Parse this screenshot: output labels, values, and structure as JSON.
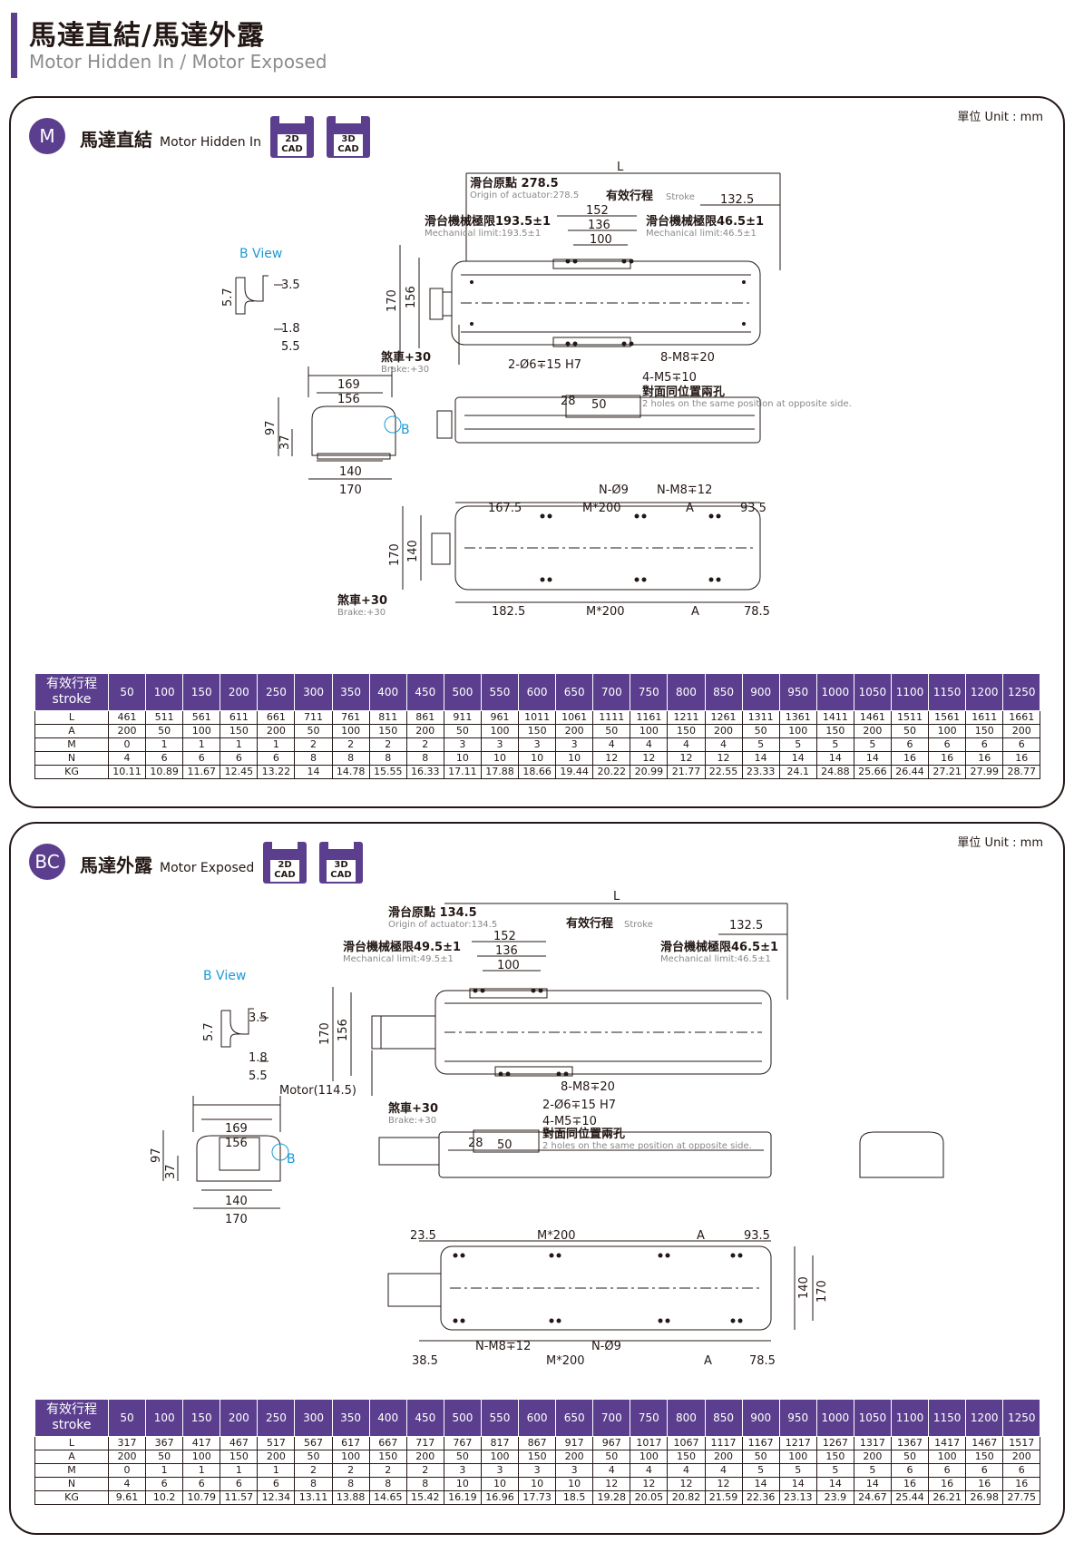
{
  "header": {
    "title_zh": "馬達直結/馬達外露",
    "title_en": "Motor Hidden In / Motor Exposed"
  },
  "strokes": [
    "50",
    "100",
    "150",
    "200",
    "250",
    "300",
    "350",
    "400",
    "450",
    "500",
    "550",
    "600",
    "650",
    "700",
    "750",
    "800",
    "850",
    "900",
    "950",
    "1000",
    "1050",
    "1100",
    "1150",
    "1200",
    "1250"
  ],
  "stroke_head_zh": "有效行程",
  "stroke_head_en": "stroke",
  "panel_m": {
    "unit": "單位 Unit : mm",
    "badge": "M",
    "title_zh": "馬達直結",
    "title_en": "Motor Hidden In",
    "cad2d": [
      "2D",
      "CAD"
    ],
    "cad3d": [
      "3D",
      "CAD"
    ],
    "labels": {
      "b_view": "B View",
      "L": "L",
      "origin_zh": "滑台原點 278.5",
      "origin_en": "Origin of actuator:278.5",
      "stroke_zh": "有效行程",
      "stroke_en": "Stroke",
      "d132": "132.5",
      "mech_l_zh": "滑台機械極限193.5±1",
      "mech_l_en": "Mechanical limit:193.5±1",
      "mech_r_zh": "滑台機械極限46.5±1",
      "mech_r_en": "Mechanical limit:46.5±1",
      "d152": "152",
      "d136": "136",
      "d100": "100",
      "d170": "170",
      "d156": "156",
      "brake_zh": "煞車+30",
      "brake_en": "Brake:+30",
      "hole_a": "2-Ø6∓15 H7",
      "hole_b": "8-M8∓20",
      "hole_c": "4-M5∓10",
      "hole_c_zh": "對面同位置兩孔",
      "hole_c_en": "2 holes on the same position at opposite side.",
      "d28": "28",
      "d50": "50",
      "d169": "169",
      "d97": "97",
      "d37": "37",
      "d140": "140",
      "b": "B",
      "d35": "3.5",
      "d57": "5.7",
      "d18": "1.8",
      "d55": "5.5",
      "n9": "N-Ø9",
      "nm8": "N-M8∓12",
      "d1675": "167.5",
      "m200": "M*200",
      "A": "A",
      "d935": "93.5",
      "d1825": "182.5",
      "d785": "78.5"
    },
    "rows": [
      {
        "label": "L",
        "values": [
          "461",
          "511",
          "561",
          "611",
          "661",
          "711",
          "761",
          "811",
          "861",
          "911",
          "961",
          "1011",
          "1061",
          "1111",
          "1161",
          "1211",
          "1261",
          "1311",
          "1361",
          "1411",
          "1461",
          "1511",
          "1561",
          "1611",
          "1661"
        ]
      },
      {
        "label": "A",
        "values": [
          "200",
          "50",
          "100",
          "150",
          "200",
          "50",
          "100",
          "150",
          "200",
          "50",
          "100",
          "150",
          "200",
          "50",
          "100",
          "150",
          "200",
          "50",
          "100",
          "150",
          "200",
          "50",
          "100",
          "150",
          "200"
        ]
      },
      {
        "label": "M",
        "values": [
          "0",
          "1",
          "1",
          "1",
          "1",
          "2",
          "2",
          "2",
          "2",
          "3",
          "3",
          "3",
          "3",
          "4",
          "4",
          "4",
          "4",
          "5",
          "5",
          "5",
          "5",
          "6",
          "6",
          "6",
          "6"
        ]
      },
      {
        "label": "N",
        "values": [
          "4",
          "6",
          "6",
          "6",
          "6",
          "8",
          "8",
          "8",
          "8",
          "10",
          "10",
          "10",
          "10",
          "12",
          "12",
          "12",
          "12",
          "14",
          "14",
          "14",
          "14",
          "16",
          "16",
          "16",
          "16"
        ]
      },
      {
        "label": "KG",
        "values": [
          "10.11",
          "10.89",
          "11.67",
          "12.45",
          "13.22",
          "14",
          "14.78",
          "15.55",
          "16.33",
          "17.11",
          "17.88",
          "18.66",
          "19.44",
          "20.22",
          "20.99",
          "21.77",
          "22.55",
          "23.33",
          "24.1",
          "24.88",
          "25.66",
          "26.44",
          "27.21",
          "27.99",
          "28.77"
        ]
      }
    ]
  },
  "panel_bc": {
    "unit": "單位 Unit : mm",
    "badge": "BC",
    "title_zh": "馬達外露",
    "title_en": "Motor Exposed",
    "cad2d": [
      "2D",
      "CAD"
    ],
    "cad3d": [
      "3D",
      "CAD"
    ],
    "labels": {
      "b_view": "B View",
      "L": "L",
      "origin_zh": "滑台原點 134.5",
      "origin_en": "Origin of actuator:134.5",
      "stroke_zh": "有效行程",
      "stroke_en": "Stroke",
      "d132": "132.5",
      "mech_l_zh": "滑台機械極限49.5±1",
      "mech_l_en": "Mechanical limit:49.5±1",
      "mech_r_zh": "滑台機械極限46.5±1",
      "mech_r_en": "Mechanical limit:46.5±1",
      "d152": "152",
      "d136": "136",
      "d100": "100",
      "d170": "170",
      "d156": "156",
      "motor": "Motor(114.5)",
      "brake_zh": "煞車+30",
      "brake_en": "Brake:+30",
      "hole_b": "8-M8∓20",
      "hole_a": "2-Ø6∓15 H7",
      "hole_c": "4-M5∓10",
      "hole_c_zh": "對面同位置兩孔",
      "hole_c_en": "2 holes on the same position at opposite side.",
      "d28": "28",
      "d50": "50",
      "d169": "169",
      "d97": "97",
      "d37": "37",
      "d140": "140",
      "b": "B",
      "d35": "3.5",
      "d57": "5.7",
      "d18": "1.8",
      "d55": "5.5",
      "d235": "23.5",
      "m200": "M*200",
      "A": "A",
      "d935": "93.5",
      "nm8": "N-M8∓12",
      "n9": "N-Ø9",
      "d385": "38.5",
      "d785": "78.5"
    },
    "rows": [
      {
        "label": "L",
        "values": [
          "317",
          "367",
          "417",
          "467",
          "517",
          "567",
          "617",
          "667",
          "717",
          "767",
          "817",
          "867",
          "917",
          "967",
          "1017",
          "1067",
          "1117",
          "1167",
          "1217",
          "1267",
          "1317",
          "1367",
          "1417",
          "1467",
          "1517"
        ]
      },
      {
        "label": "A",
        "values": [
          "200",
          "50",
          "100",
          "150",
          "200",
          "50",
          "100",
          "150",
          "200",
          "50",
          "100",
          "150",
          "200",
          "50",
          "100",
          "150",
          "200",
          "50",
          "100",
          "150",
          "200",
          "50",
          "100",
          "150",
          "200"
        ]
      },
      {
        "label": "M",
        "values": [
          "0",
          "1",
          "1",
          "1",
          "1",
          "2",
          "2",
          "2",
          "2",
          "3",
          "3",
          "3",
          "3",
          "4",
          "4",
          "4",
          "4",
          "5",
          "5",
          "5",
          "5",
          "6",
          "6",
          "6",
          "6"
        ]
      },
      {
        "label": "N",
        "values": [
          "4",
          "6",
          "6",
          "6",
          "6",
          "8",
          "8",
          "8",
          "8",
          "10",
          "10",
          "10",
          "10",
          "12",
          "12",
          "12",
          "12",
          "14",
          "14",
          "14",
          "14",
          "16",
          "16",
          "16",
          "16"
        ]
      },
      {
        "label": "KG",
        "values": [
          "9.61",
          "10.2",
          "10.79",
          "11.57",
          "12.34",
          "13.11",
          "13.88",
          "14.65",
          "15.42",
          "16.19",
          "16.96",
          "17.73",
          "18.5",
          "19.28",
          "20.05",
          "20.82",
          "21.59",
          "22.36",
          "23.13",
          "23.9",
          "24.67",
          "25.44",
          "26.21",
          "26.98",
          "27.75"
        ]
      }
    ]
  }
}
